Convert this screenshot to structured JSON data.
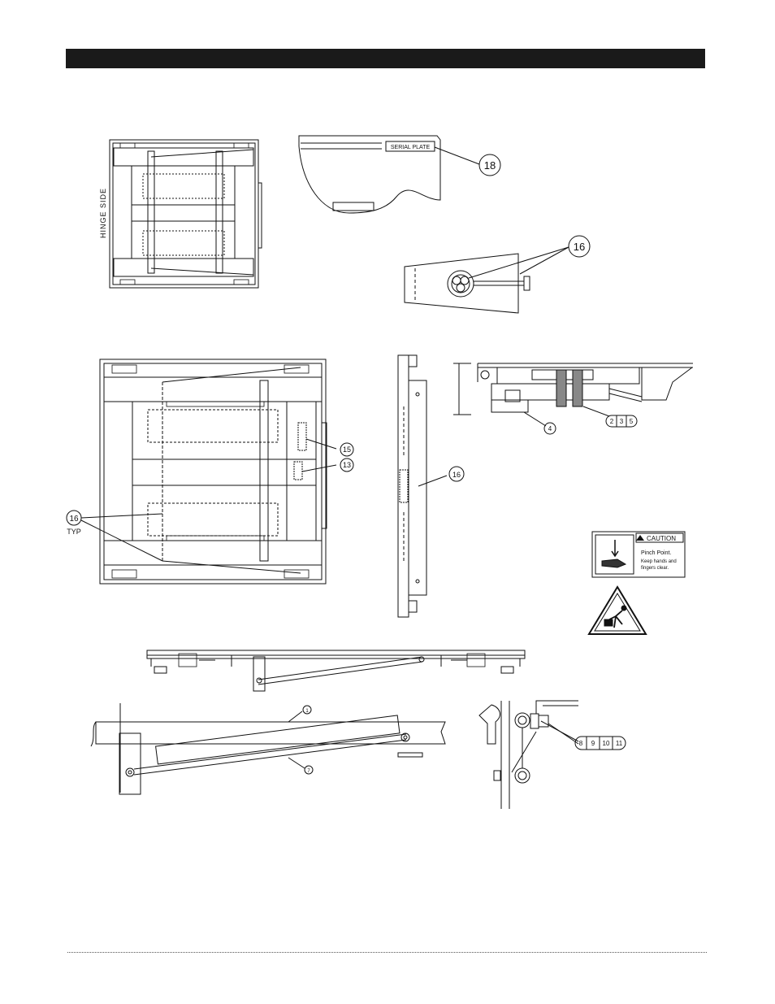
{
  "labels": {
    "hinge_side": "HINGE SIDE",
    "serial_plate": "SERIAL PLATE",
    "callout_18": "18",
    "callout_16": "16",
    "callout_16_typ": "TYP",
    "callout_15": "15",
    "callout_13": "13",
    "callout_4": "4",
    "callout_235": [
      "2",
      "3",
      "5"
    ],
    "callout_1": "1",
    "callout_7": "7",
    "callout_891011": [
      "8",
      "9",
      "10",
      "11"
    ]
  },
  "caution_label": {
    "title": "CAUTION",
    "line1": "Pinch Point.",
    "line2": "Keep hands and",
    "line3": "fingers clear."
  },
  "colors": {
    "ink": "#111111",
    "header": "#1a1a1a"
  }
}
